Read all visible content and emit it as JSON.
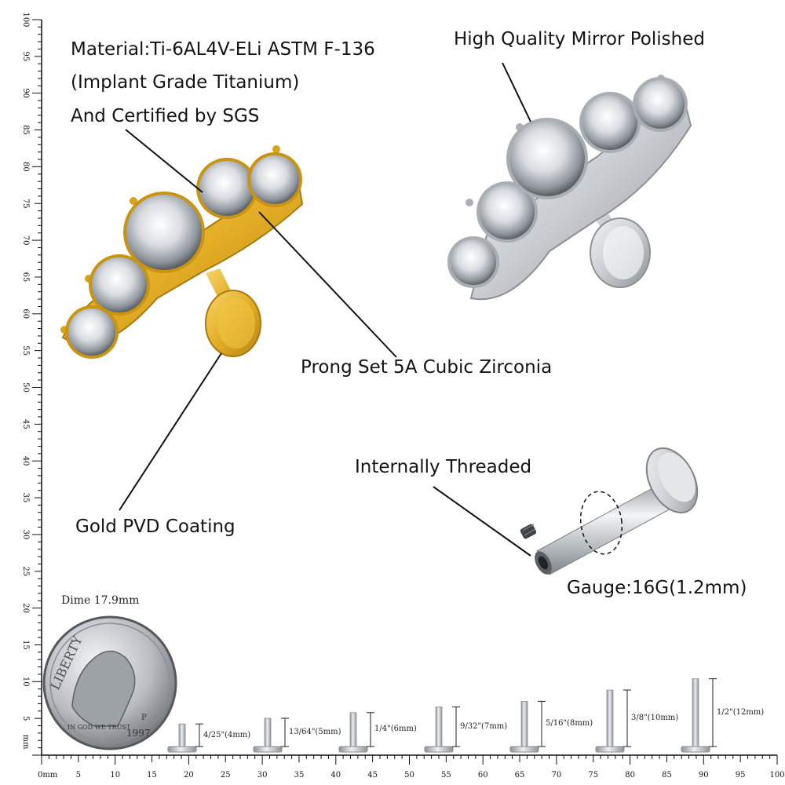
{
  "colors": {
    "gold": "#E0B02A",
    "silver": "#C9CDD1",
    "background": "#FFFFFF",
    "text": "#141414"
  },
  "annotations": {
    "material_line1": "Material:Ti-6AL4V-ELi ASTM F-136",
    "material_line2": "(Implant Grade Titanium)",
    "material_line3": "And Certified by SGS",
    "mirror_polished": "High Quality Mirror Polished",
    "prong_set": "Prong Set 5A Cubic Zirconia",
    "gold_pvd": "Gold PVD Coating",
    "internally_threaded": "Internally Threaded",
    "gauge": "Gauge:16G(1.2mm)",
    "dime": "Dime 17.9mm"
  },
  "coin": {
    "word_top": "LIBERTY",
    "motto": "IN GOD WE TRUST",
    "mint_mark": "P",
    "year": "1997"
  },
  "ruler": {
    "unit_label": "mm",
    "start_label": "0mm",
    "bottom_ticks": [
      "5",
      "10",
      "15",
      "20",
      "25",
      "30",
      "35",
      "40",
      "45",
      "50",
      "55",
      "60",
      "65",
      "70",
      "75",
      "80",
      "85",
      "90",
      "95",
      "100"
    ],
    "left_ticks": [
      "5",
      "10",
      "15",
      "20",
      "25",
      "30",
      "35",
      "40",
      "45",
      "50",
      "55",
      "60",
      "65",
      "70",
      "75",
      "80",
      "85",
      "90",
      "95",
      "100"
    ]
  },
  "post_lengths": [
    {
      "label": "4/25\"(4mm)",
      "mm": 4
    },
    {
      "label": "13/64\"(5mm)",
      "mm": 5
    },
    {
      "label": "1/4\"(6mm)",
      "mm": 6
    },
    {
      "label": "9/32\"(7mm)",
      "mm": 7
    },
    {
      "label": "5/16\"(8mm)",
      "mm": 8
    },
    {
      "label": "3/8\"(10mm)",
      "mm": 10
    },
    {
      "label": "1/2\"(12mm)",
      "mm": 12
    }
  ]
}
